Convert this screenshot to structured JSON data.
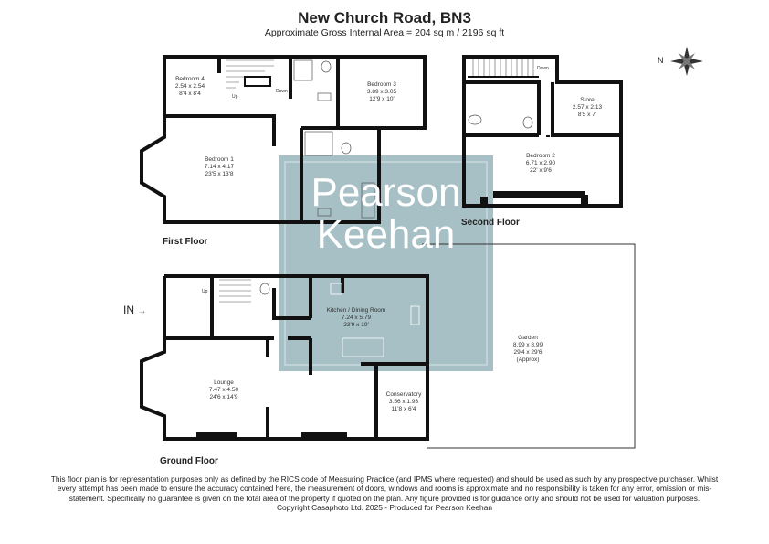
{
  "header": {
    "title": "New Church Road, BN3",
    "subtitle": "Approximate Gross Internal Area = 204 sq m / 2196 sq ft"
  },
  "compass": {
    "north_label": "N"
  },
  "watermark": {
    "line1": "Pearson",
    "line2": "Keehan",
    "color": "#a6c0c6"
  },
  "floors": {
    "first": {
      "label": "First Floor",
      "rooms": [
        {
          "name": "Bedroom 4",
          "metric": "2.54 x 2.54",
          "imperial": "8'4 x 8'4"
        },
        {
          "name": "Bedroom 3",
          "metric": "3.89 x 3.05",
          "imperial": "12'9 x 10'"
        },
        {
          "name": "Bedroom 1",
          "metric": "7.14 x 4.17",
          "imperial": "23'5 x 13'8"
        }
      ],
      "stairs_up": "Up",
      "stairs_down": "Down"
    },
    "second": {
      "label": "Second Floor",
      "rooms": [
        {
          "name": "Store",
          "metric": "2.57 x 2.13",
          "imperial": "8'5 x 7'"
        },
        {
          "name": "Bedroom 2",
          "metric": "6.71 x 2.90",
          "imperial": "22' x 9'6"
        }
      ],
      "stairs_down": "Down"
    },
    "ground": {
      "label": "Ground Floor",
      "entrance": "IN",
      "stairs_up": "Up",
      "rooms": [
        {
          "name": "Kitchen / Dining Room",
          "metric": "7.24 x 5.79",
          "imperial": "23'9 x 19'"
        },
        {
          "name": "Lounge",
          "metric": "7.47 x 4.50",
          "imperial": "24'6 x 14'9"
        },
        {
          "name": "Conservatory",
          "metric": "3.56 x 1.93",
          "imperial": "11'8 x 6'4"
        },
        {
          "name": "Garden",
          "metric": "8.99 x 8.99",
          "imperial": "29'4 x 29'6",
          "note": "(Approx)"
        }
      ]
    }
  },
  "footer": {
    "disclaimer": "This floor plan is for representation purposes only as defined by the RICS code of Measuring Practice (and IPMS where requested) and should be used as such by any prospective purchaser. Whilst every attempt has been made to ensure the accuracy contained here, the measurement of doors, windows and rooms is approximate and no responsibility is taken for any error, omission or mis-statement. Specifically no guarantee is given on the total area of the property if quoted on the plan. Any figure provided is for guidance only and should not be used for valuation purposes.",
    "copyright": "Copyright Casaphoto Ltd. 2025 - Produced for Pearson Keehan"
  }
}
